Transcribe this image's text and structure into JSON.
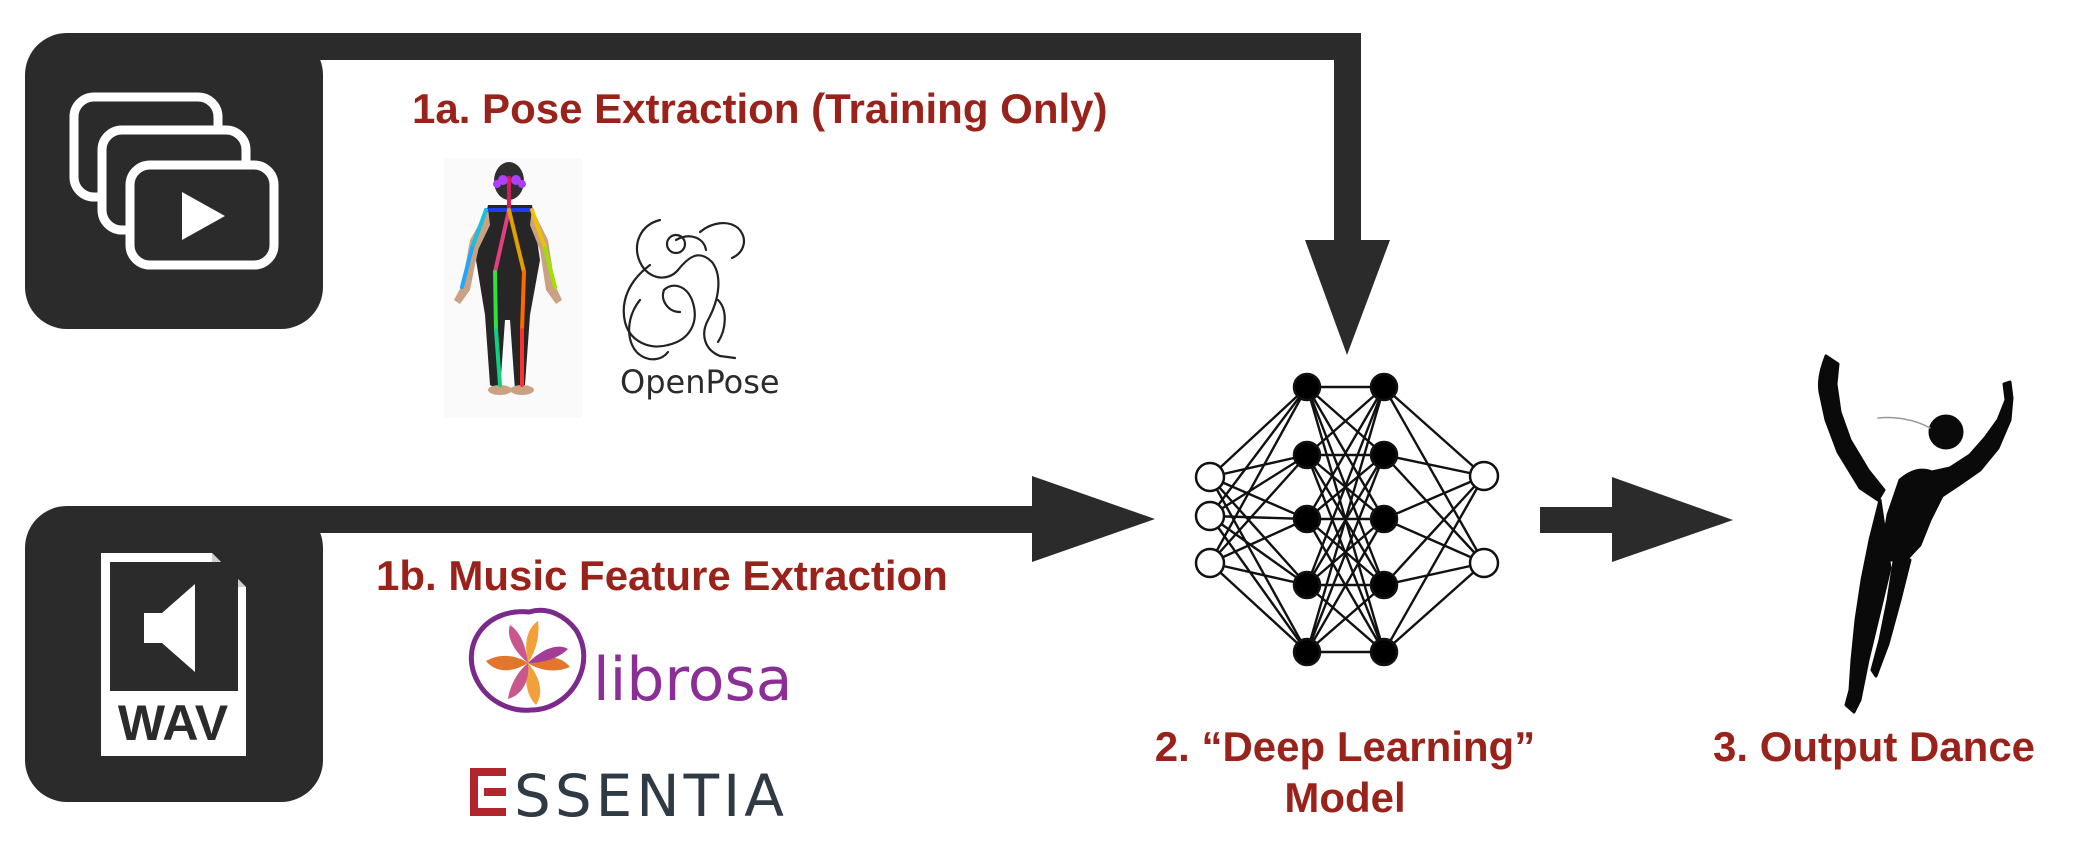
{
  "labels": {
    "pose_extraction": "1a. Pose Extraction (Training Only)",
    "music_extraction": "1b. Music Feature Extraction",
    "model_line1": "2. “Deep Learning”",
    "model_line2": "Model",
    "output": "3. Output Dance"
  },
  "logos": {
    "openpose": "OpenPose",
    "librosa": "librosa",
    "essentia": "SSENTIA"
  },
  "file_icon": {
    "extension": "WAV"
  },
  "icons": {
    "video": "video-stack-icon",
    "audio": "wav-file-icon",
    "pose": "pose-skeleton-figure",
    "network": "neural-network-icon",
    "dancer": "dancer-silhouette"
  },
  "colors": {
    "label_red": "#99231b",
    "dark": "#2b2b2b",
    "librosa_purple": "#8b2f97",
    "essentia_red": "#b1262c",
    "essentia_dark": "#2f3a45"
  }
}
